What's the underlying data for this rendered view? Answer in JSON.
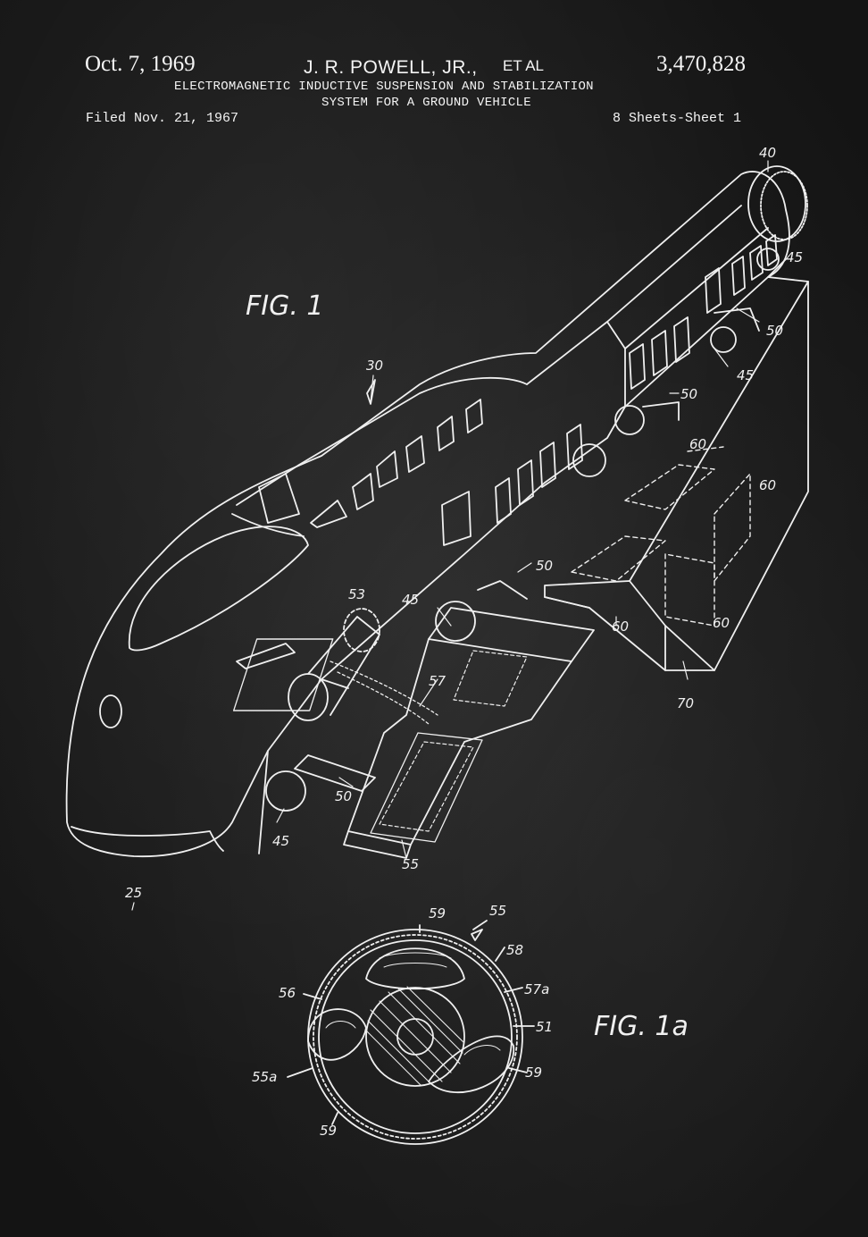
{
  "header": {
    "date": "Oct. 7, 1969",
    "inventor": "J. R. POWELL, JR.,",
    "et_al": "ET AL",
    "patent_number": "3,470,828",
    "title_line1": "ELECTROMAGNETIC INDUCTIVE SUSPENSION AND STABILIZATION",
    "title_line2": "SYSTEM FOR A GROUND VEHICLE",
    "filed": "Filed Nov. 21, 1967",
    "sheets": "8 Sheets-Sheet 1"
  },
  "figures": {
    "fig1": "FIG. 1",
    "fig1a": "FIG. 1a"
  },
  "refs": {
    "r40": "40",
    "r45a": "45",
    "r50a": "50",
    "r45b": "45",
    "r30": "30",
    "r50b": "50",
    "r60a": "60",
    "r60b": "60",
    "r53": "53",
    "r45c": "45",
    "r50c": "50",
    "r60c": "60",
    "r60d": "60",
    "r57": "57",
    "r70": "70",
    "r50d": "50",
    "r45d": "45",
    "r55": "55",
    "r25": "25",
    "r59a": "59",
    "r55b": "55",
    "r58": "58",
    "r56": "56",
    "r57a": "57a",
    "r51": "51",
    "r55a": "55a",
    "r59b": "59",
    "r59c": "59"
  },
  "colors": {
    "background": "#1e1e1e",
    "ink": "#f0f0f0"
  }
}
